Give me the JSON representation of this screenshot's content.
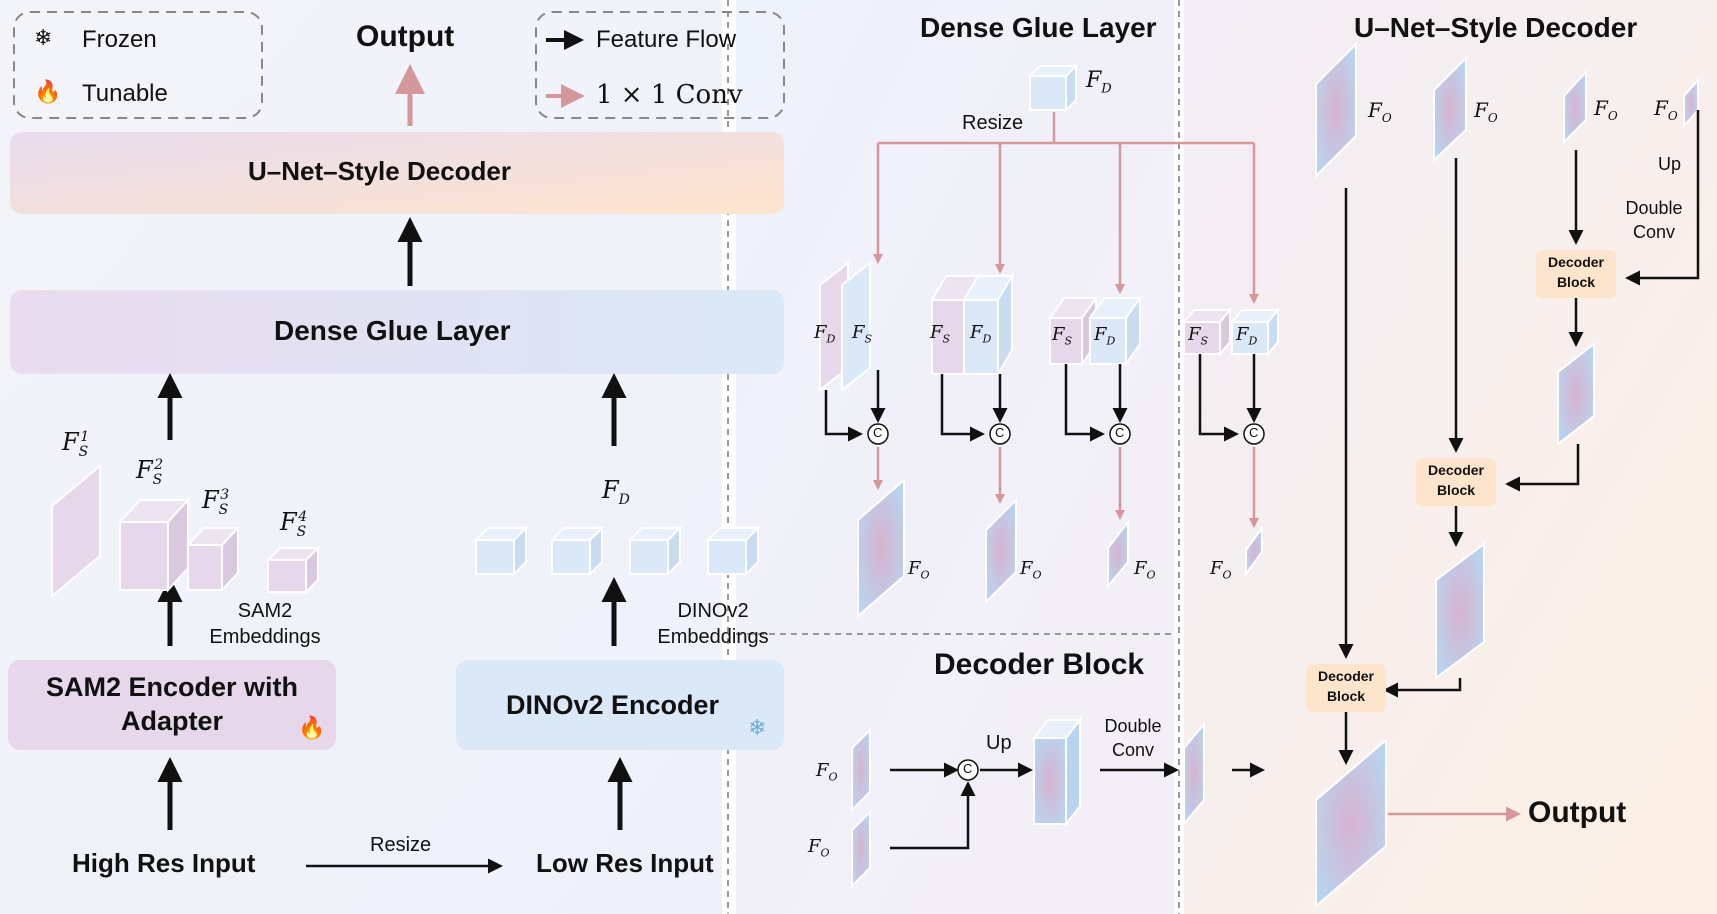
{
  "legend": {
    "frozen": "Frozen",
    "tunable": "Tunable",
    "feature_flow": "Feature Flow",
    "conv1x1": "1 × 1 Conv",
    "frozen_icon": "snowflake-icon",
    "tunable_icon": "fire-icon"
  },
  "left": {
    "output": "Output",
    "unet_decoder": "U–Net–Style Decoder",
    "dense_glue": "Dense Glue Layer",
    "sam2_encoder": "SAM2 Encoder with Adapter",
    "dinov2_encoder": "DINOv2 Encoder",
    "sam2_embeddings": "SAM2 Embeddings",
    "dinov2_embeddings": "DINOv2 Embeddings",
    "high_res_input": "High Res Input",
    "low_res_input": "Low Res Input",
    "resize": "Resize",
    "fs1": "F",
    "fd": "F"
  },
  "middle": {
    "title": "Dense Glue Layer",
    "resize": "Resize",
    "decoder_block_title": "Decoder Block",
    "up": "Up",
    "double_conv": "Double Conv",
    "concat": "C"
  },
  "right": {
    "title": "U–Net–Style Decoder",
    "up": "Up",
    "double_conv": "Double Conv",
    "decoder_block": "Decoder Block",
    "output": "Output"
  },
  "colors": {
    "conv_arrow": "#d4979a",
    "sam_purple": "#e6d8ea",
    "dino_blue": "#dbe8f8",
    "decoder_orange": "#fde4cc"
  }
}
